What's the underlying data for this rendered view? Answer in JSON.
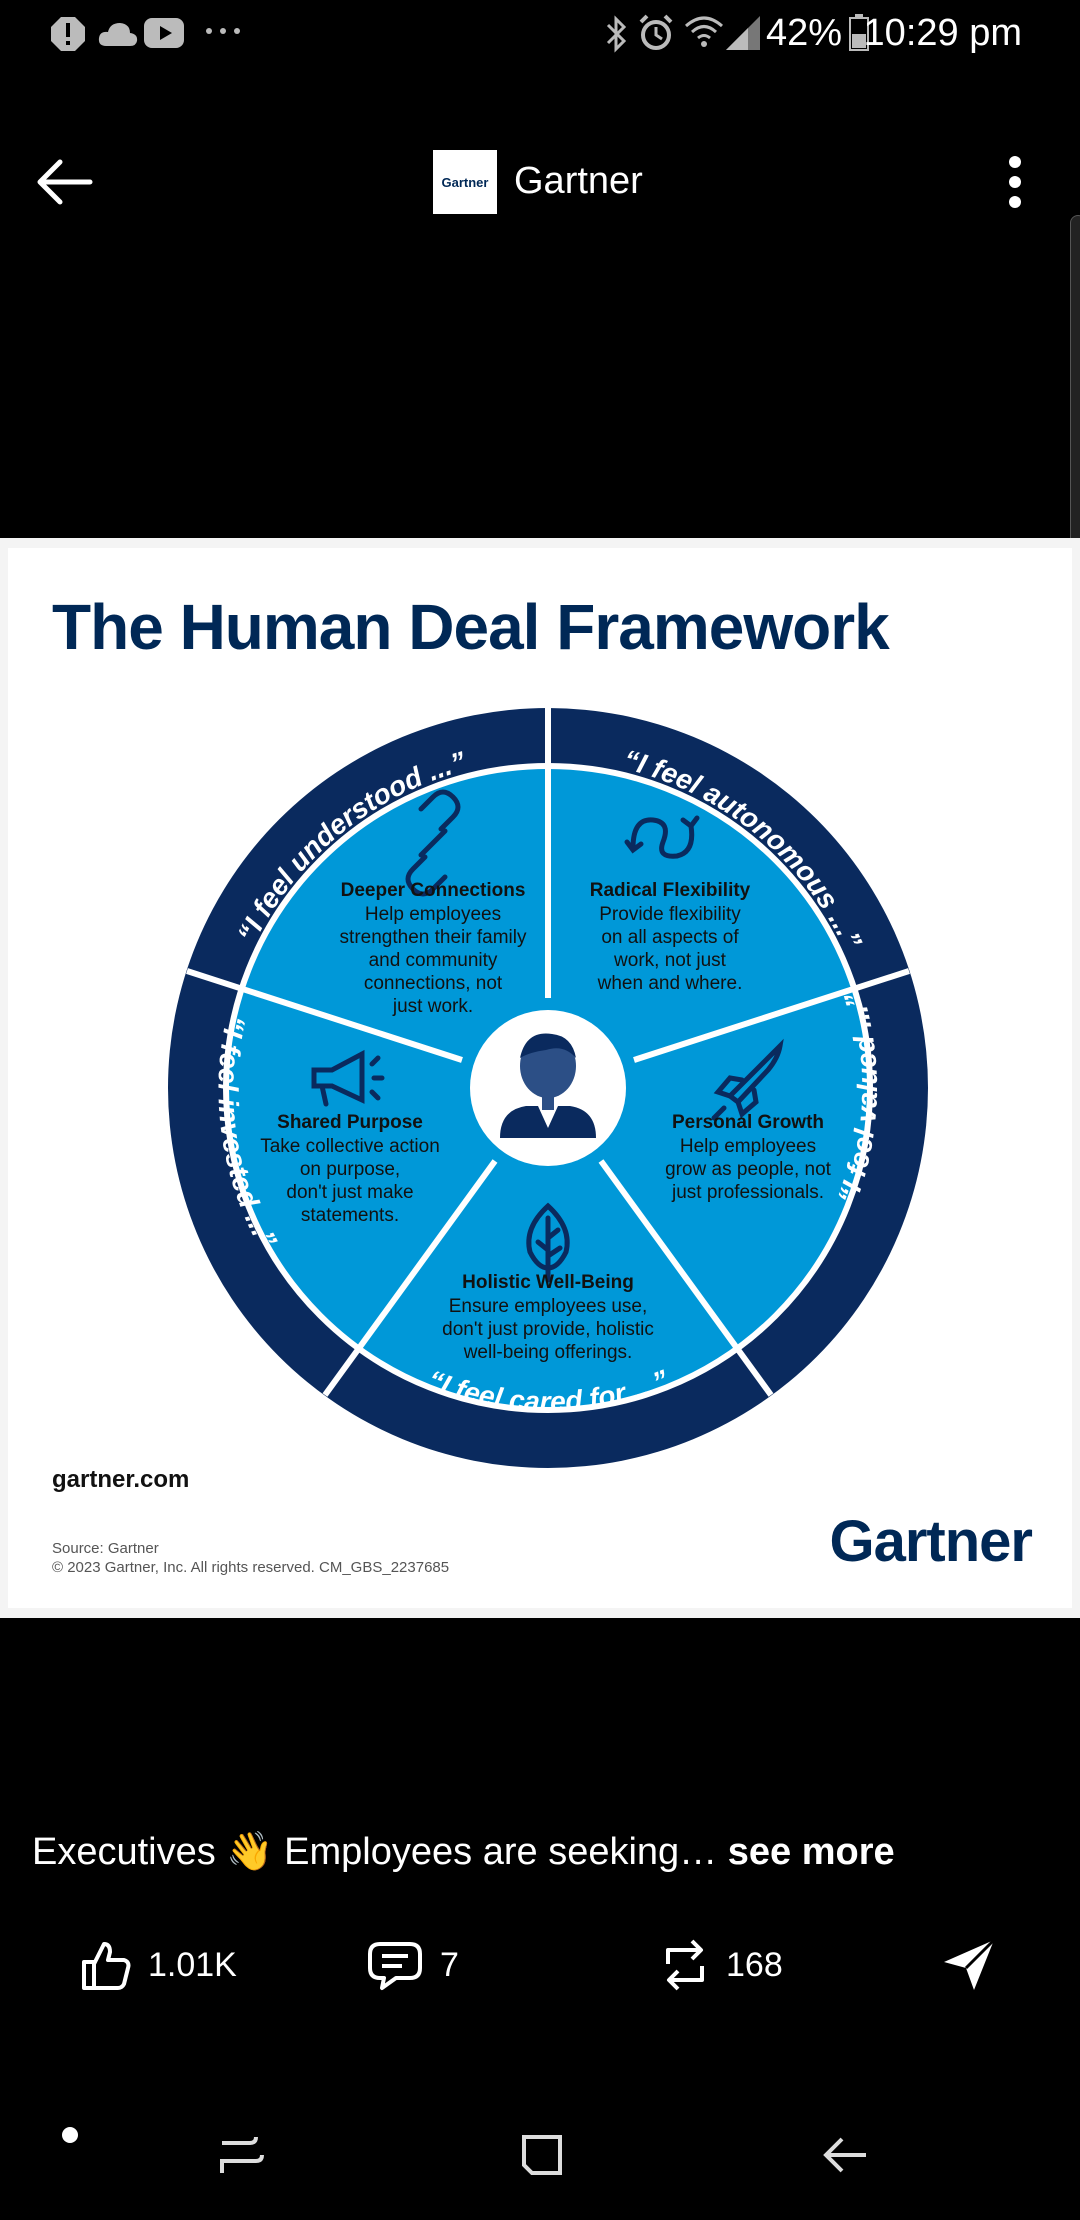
{
  "status_bar": {
    "battery": "42%",
    "time": "10:29 pm",
    "icons": [
      "alert-icon",
      "cloud-icon",
      "youtube-icon",
      "more-notifications-icon",
      "bluetooth-icon",
      "alarm-icon",
      "wifi-icon",
      "signal-icon",
      "battery-icon"
    ]
  },
  "header": {
    "page_name": "Gartner",
    "logo_text": "Gartner"
  },
  "post_image": {
    "title": "The Human Deal Framework",
    "segments": [
      {
        "heading": "Deeper Connections",
        "lines": [
          "Help employees",
          "strengthen their family",
          "and community",
          "connections, not",
          "just work."
        ],
        "icon": "link-icon"
      },
      {
        "heading": "Radical Flexibility",
        "lines": [
          "Provide flexibility",
          "on all aspects of",
          "work, not just",
          "when and where."
        ],
        "icon": "flexibility-arrows-icon"
      },
      {
        "heading": "Personal Growth",
        "lines": [
          "Help employees",
          "grow as people, not",
          "just professionals."
        ],
        "icon": "rocket-icon"
      },
      {
        "heading": "Holistic Well-Being",
        "lines": [
          "Ensure employees use,",
          "don't just provide, holistic",
          "well-being offerings."
        ],
        "icon": "leaf-icon"
      },
      {
        "heading": "Shared Purpose",
        "lines": [
          "Take collective action",
          "on purpose,",
          "don't just make",
          "statements."
        ],
        "icon": "megaphone-icon"
      }
    ],
    "ring_quotes": [
      "“I feel understood ...”",
      "“I feel autonomous ...”",
      "“I feel valued ...”",
      "“I feel cared for ...”",
      "“I feel invested ...”"
    ],
    "url": "gartner.com",
    "source": "Source: Gartner",
    "copyright": "© 2023 Gartner, Inc. All rights reserved. CM_GBS_2237685",
    "brand": "Gartner",
    "colors": {
      "navy": "#0a2a5e",
      "blue": "#0098d8",
      "dark_blue": "#002856"
    }
  },
  "caption": {
    "text": "Executives 👋 Employees are seeking… ",
    "see_more": "see more"
  },
  "actions": {
    "likes": "1.01K",
    "comments": "7",
    "reposts": "168"
  }
}
